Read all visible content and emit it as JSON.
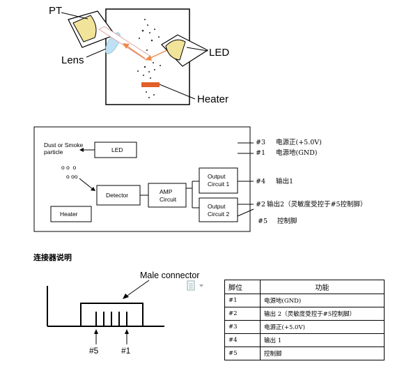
{
  "sensor": {
    "pt_label": "PT",
    "lens_label": "Lens",
    "led_label": "LED",
    "heater_label": "Heater"
  },
  "block": {
    "dust_label_line1": "Dust or Smoke",
    "dust_label_line2": "particle",
    "led_box": "LED",
    "detector_box": "Detector",
    "amp_line1": "AMP",
    "amp_line2": "Circuit",
    "out1_line1": "Output",
    "out1_line2": "Circuit 1",
    "out2_line1": "Output",
    "out2_line2": "Circuit 2",
    "heater_box": "Heater",
    "pins": [
      {
        "num": "#3",
        "desc": "电源正(+5.0V)"
      },
      {
        "num": "#1",
        "desc": "电源地(GND)"
      },
      {
        "num": "#4",
        "desc": "输出1"
      },
      {
        "num": "#2",
        "desc": "输出2（灵敏度受控于#5控制脚）"
      },
      {
        "num": "#5",
        "desc": "控制脚"
      }
    ]
  },
  "connector_section": {
    "heading": "连接器说明",
    "male_label": "Male connector",
    "pin5_label": "#5",
    "pin1_label": "#1"
  },
  "pin_table": {
    "headers": [
      "脚位",
      "功能"
    ],
    "rows": [
      [
        "#1",
        "电源地(GND)"
      ],
      [
        "#2",
        "输出 2（灵敏度受控于#5控制脚）"
      ],
      [
        "#3",
        "电源正(+5.0V)"
      ],
      [
        "#4",
        "输出 1"
      ],
      [
        "#5",
        "控制脚"
      ]
    ]
  },
  "colors": {
    "lens": "#bfe0f5",
    "arrow_orange": "#f0884a",
    "heater": "#e0602a",
    "shell": "#f5e9a8"
  }
}
